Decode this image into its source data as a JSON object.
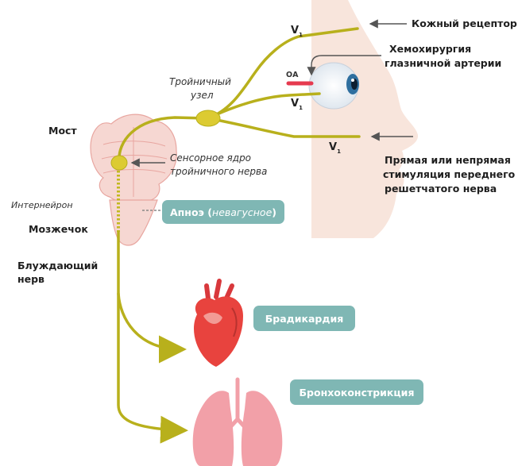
{
  "labels": {
    "skin_receptor": "Кожный рецептор",
    "chemo_line1": "Хемохирургия",
    "chemo_line2": "глазничной артерии",
    "trigeminal_line1": "Тройничный",
    "trigeminal_line2": "узел",
    "pons": "Мост",
    "sensory_line1": "Сенсорное ядро",
    "sensory_line2": "тройничного нерва",
    "stimulation_line1": "Прямая или непрямая",
    "stimulation_line2": "стимуляция переднего",
    "stimulation_line3": "решетчатого нерва",
    "interneuron": "Интернейрон",
    "cerebellum": "Мозжечок",
    "vagus_line1": "Блуждающий",
    "vagus_line2": "нерв",
    "oa": "ОА",
    "v1": "V",
    "v1_sub": "1"
  },
  "boxes": {
    "apnea_main": "Апноэ (",
    "apnea_italic": "невагусное",
    "apnea_close": ")",
    "bradycardia": "Брадикардия",
    "bronchoconstriction": "Бронхоконстрикция"
  },
  "colors": {
    "nerve": "#b8b01c",
    "ganglion": "#dccb32",
    "box_fill": "#7fb7b4",
    "skin": "#f8e5dc",
    "brainstem": "#f6d7d2",
    "artery": "#e63a4f",
    "heart": "#e8433e",
    "lungs": "#f2a0a8",
    "arrow": "#555555"
  }
}
